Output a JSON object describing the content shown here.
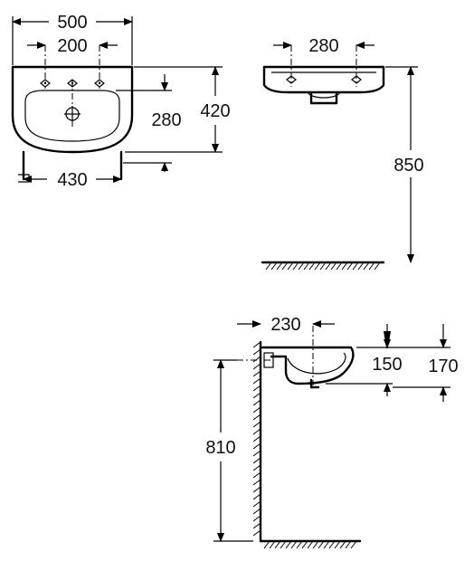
{
  "drawings": {
    "top_view": {
      "width_label": "500",
      "hole_spacing_label": "200",
      "inner_width_label": "430",
      "depth_label": "420",
      "bowl_depth_label": "280"
    },
    "front_view": {
      "hole_spacing_label": "280",
      "rim_height_label": "850"
    },
    "side_view": {
      "projection_label": "230",
      "bowl_height_label": "150",
      "total_height_label": "170",
      "fixing_height_label": "810"
    }
  }
}
